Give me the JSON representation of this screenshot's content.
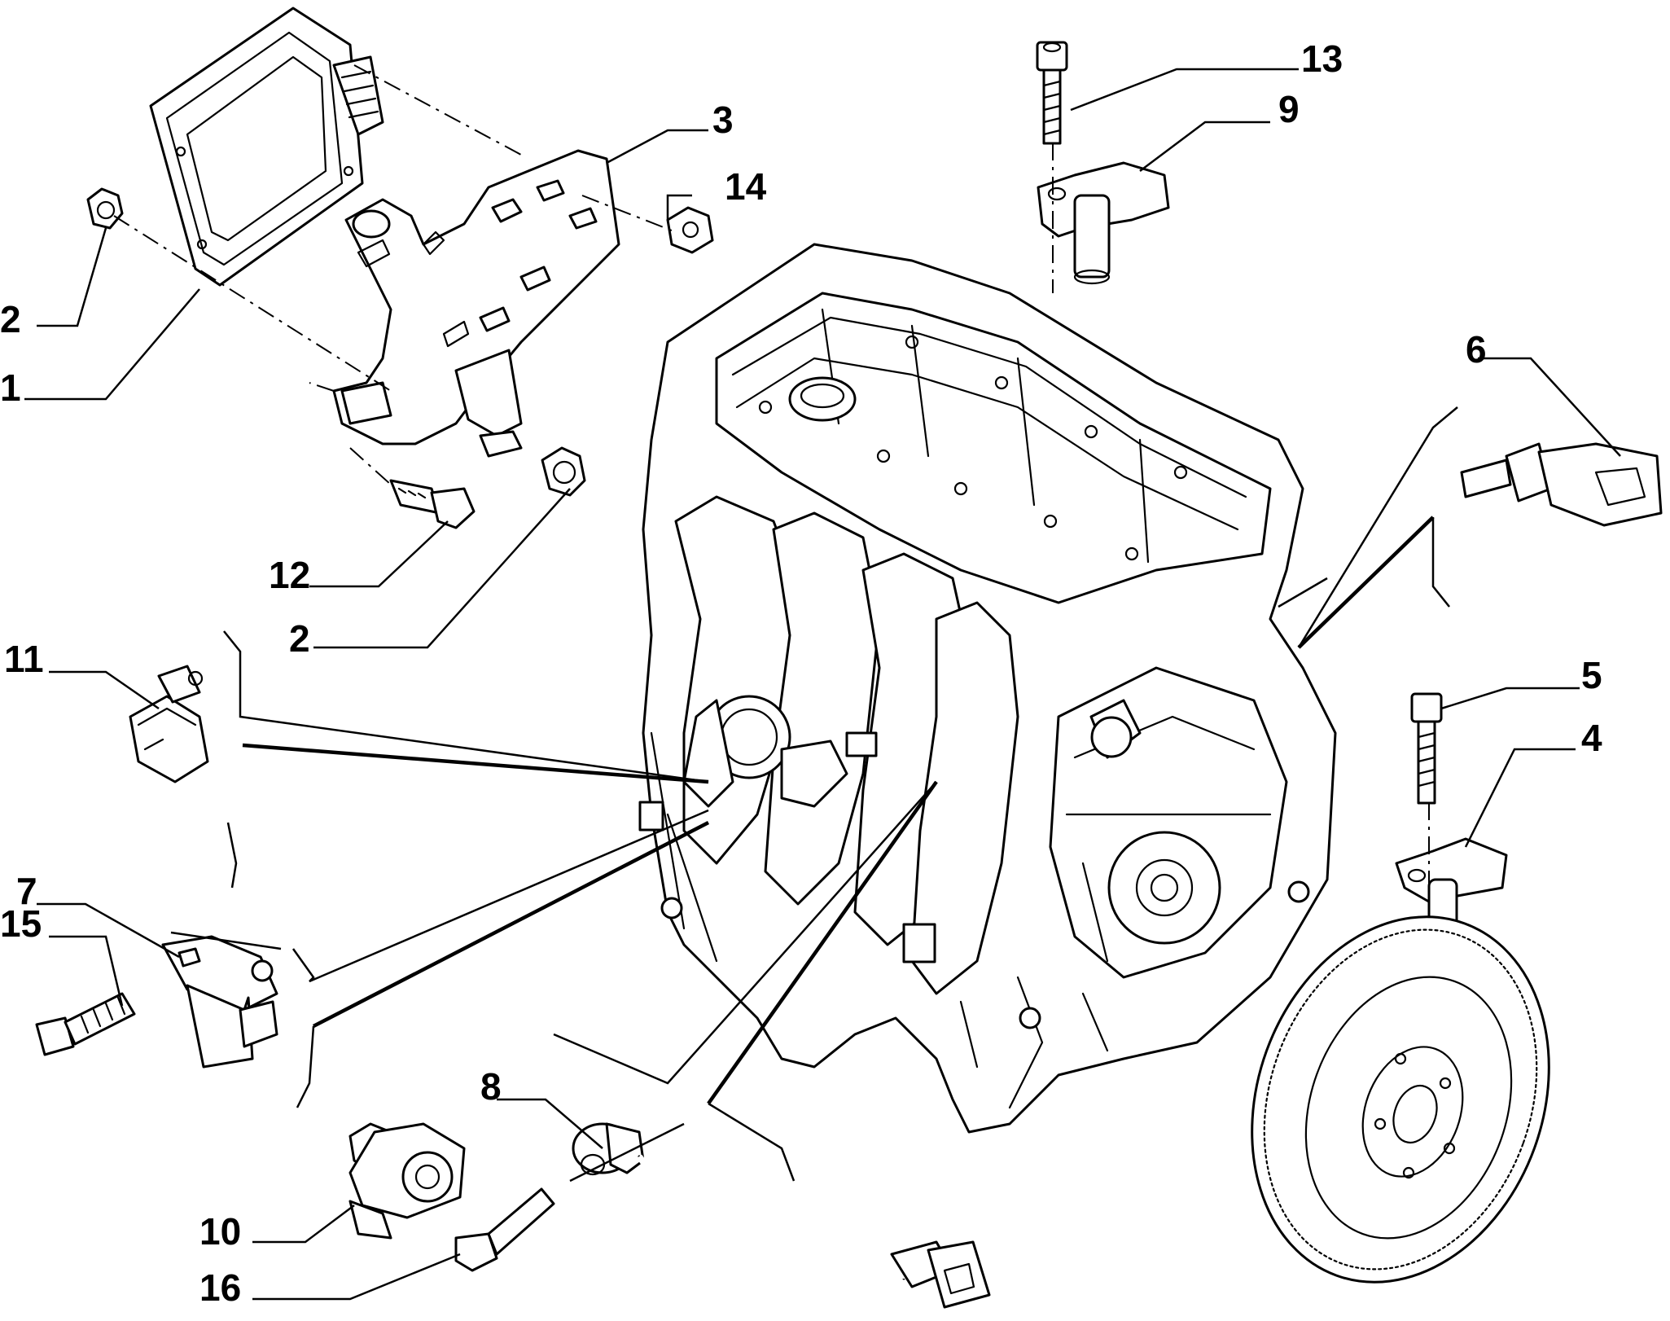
{
  "callouts": [
    {
      "id": "c1",
      "text": "1"
    },
    {
      "id": "c2a",
      "text": "2"
    },
    {
      "id": "c2b",
      "text": "2"
    },
    {
      "id": "c3",
      "text": "3"
    },
    {
      "id": "c4",
      "text": "4"
    },
    {
      "id": "c5",
      "text": "5"
    },
    {
      "id": "c6",
      "text": "6"
    },
    {
      "id": "c7",
      "text": "7"
    },
    {
      "id": "c8",
      "text": "8"
    },
    {
      "id": "c9",
      "text": "9"
    },
    {
      "id": "c10",
      "text": "10"
    },
    {
      "id": "c11",
      "text": "11"
    },
    {
      "id": "c12",
      "text": "12"
    },
    {
      "id": "c13",
      "text": "13"
    },
    {
      "id": "c14",
      "text": "14"
    },
    {
      "id": "c15",
      "text": "15"
    },
    {
      "id": "c16",
      "text": "16"
    }
  ]
}
